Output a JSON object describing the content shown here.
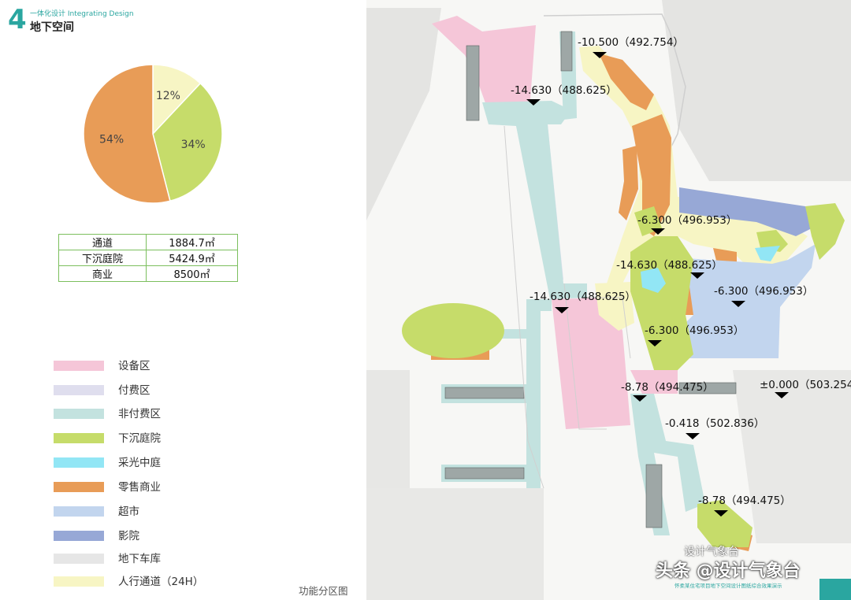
{
  "header": {
    "number": "4",
    "subtitle": "一体化设计 Integrating Design",
    "title": "地下空间"
  },
  "chart_data": {
    "type": "pie",
    "slices": [
      {
        "label": "12%",
        "value": 12,
        "color": "#f7f5c4"
      },
      {
        "label": "34%",
        "value": 34,
        "color": "#c6dc6a"
      },
      {
        "label": "54%",
        "value": 54,
        "color": "#e89c57"
      }
    ]
  },
  "stats": [
    {
      "name": "通道",
      "value": "1884.7㎡"
    },
    {
      "name": "下沉庭院",
      "value": "5424.9㎡"
    },
    {
      "name": "商业",
      "value": "8500㎡"
    }
  ],
  "legend": [
    {
      "label": "设备区",
      "color": "#f5c6d8"
    },
    {
      "label": "付费区",
      "color": "#dfdeee"
    },
    {
      "label": "非付费区",
      "color": "#c3e2df"
    },
    {
      "label": "下沉庭院",
      "color": "#c6dc6a"
    },
    {
      "label": "采光中庭",
      "color": "#92e6f5"
    },
    {
      "label": "零售商业",
      "color": "#e89c57"
    },
    {
      "label": "超市",
      "color": "#c2d5ee"
    },
    {
      "label": "影院",
      "color": "#97a8d6"
    },
    {
      "label": "地下车库",
      "color": "#e6e6e6"
    },
    {
      "label": "人行通道（24H）",
      "color": "#f7f5c4"
    }
  ],
  "caption": "功能分区图",
  "map": {
    "elevations": [
      {
        "text": "-10.500（492.754）"
      },
      {
        "text": "-14.630（488.625）"
      },
      {
        "text": "-6.300（496.953）"
      },
      {
        "text": "-14.630（488.625）"
      },
      {
        "text": "-14.630（488.625）"
      },
      {
        "text": "-6.300（496.953）"
      },
      {
        "text": "-6.300（496.953）"
      },
      {
        "text": "-8.78（494.475）"
      },
      {
        "text": "±0.000（503.254"
      },
      {
        "text": "-0.418（502.836）"
      },
      {
        "text": "-8.78（494.475）"
      }
    ]
  },
  "watermark": "头条 @设计气象台",
  "watermark_icon": "设计气象台",
  "credit": "怀柔某住宅项目地下空间设计图纸综合效果演示"
}
